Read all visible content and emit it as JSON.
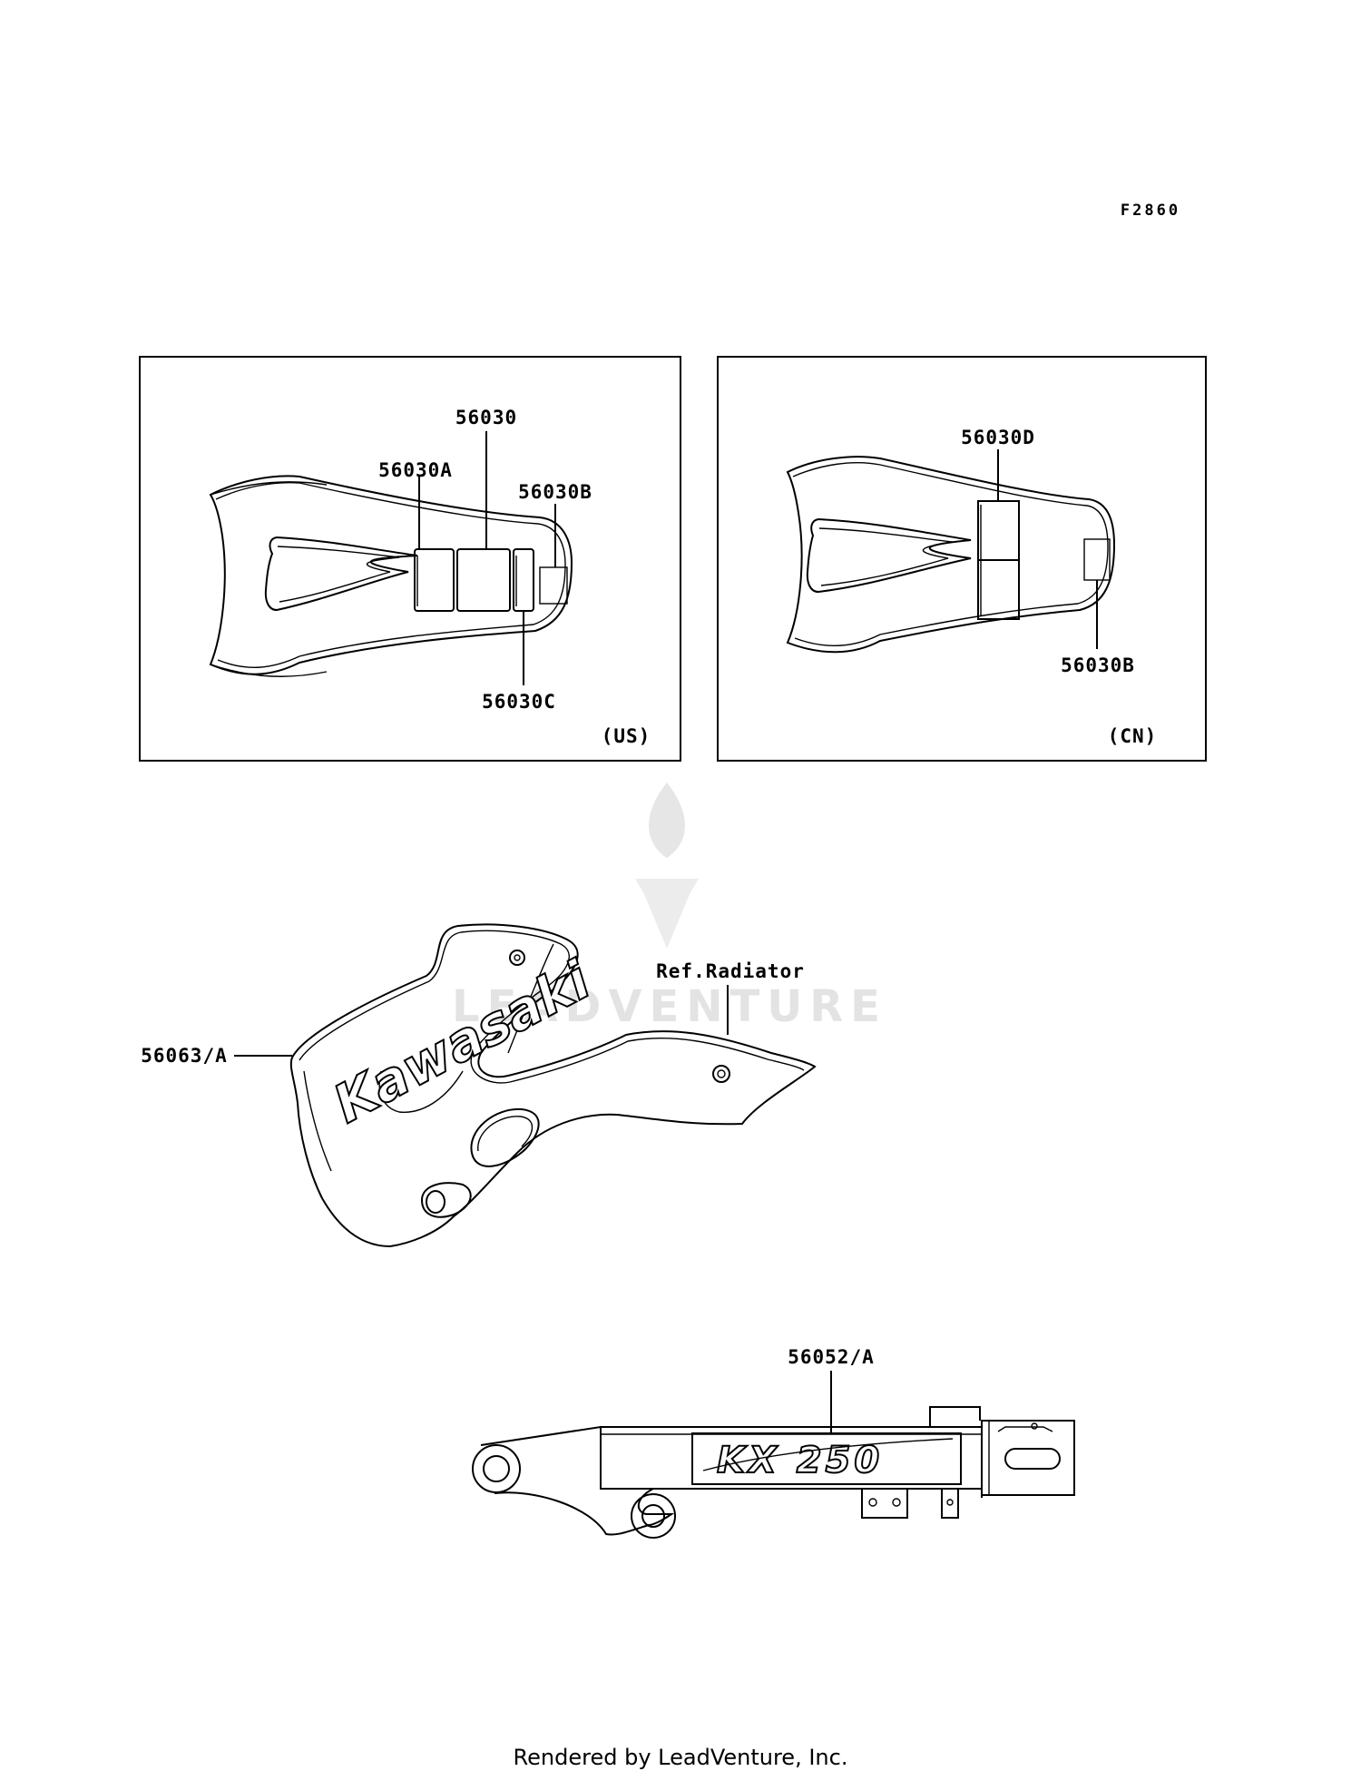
{
  "figure_code": "F2860",
  "panels": {
    "us": {
      "region": "(US)",
      "callouts": [
        "56030",
        "56030A",
        "56030B",
        "56030C"
      ]
    },
    "cn": {
      "region": "(CN)",
      "callouts": [
        "56030D",
        "56030B"
      ]
    }
  },
  "radiator": {
    "callout": "56063/A",
    "reference": "Ref.Radiator",
    "logo_text": "Kawasaki"
  },
  "swingarm": {
    "callout": "56052/A",
    "logo_text": "KX 250"
  },
  "watermark": "LEADVENTURE",
  "footer": "Rendered by LeadVenture, Inc.",
  "colors": {
    "line": "#000000",
    "watermark": "#e3e3e3",
    "background": "#ffffff"
  }
}
